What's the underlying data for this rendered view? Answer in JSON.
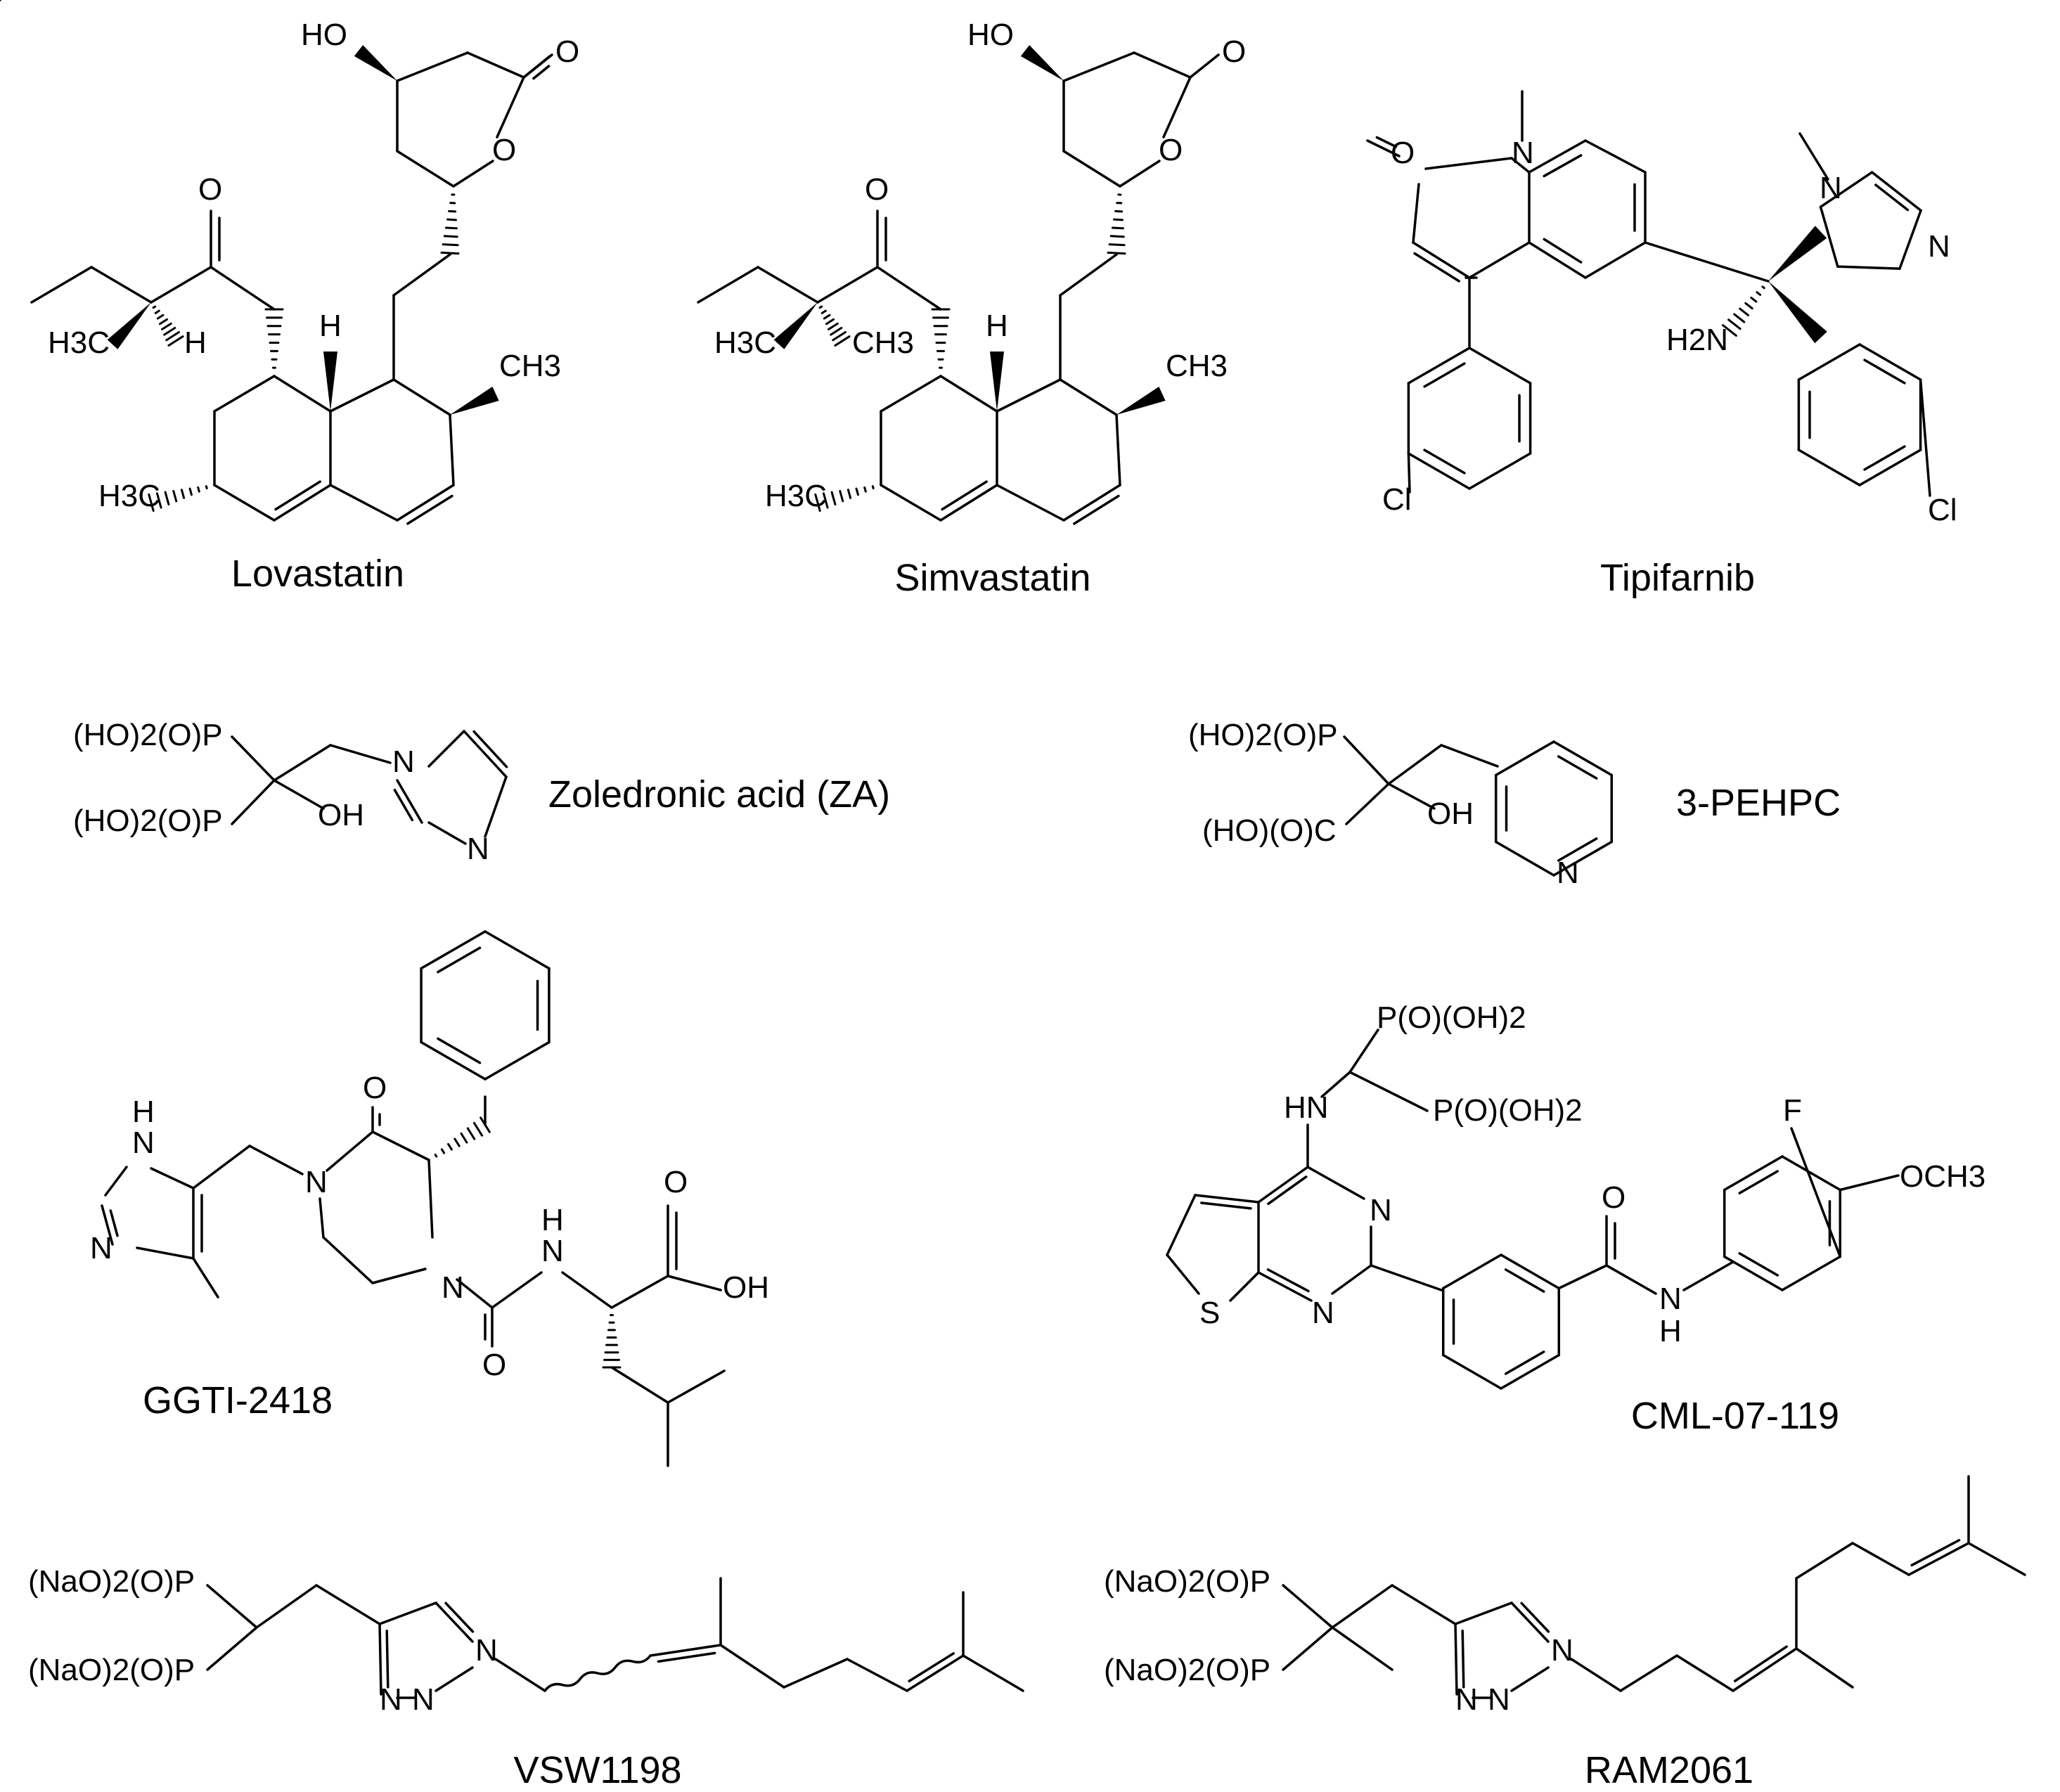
{
  "compounds": {
    "lovastatin": "Lovastatin",
    "simvastatin": "Simvastatin",
    "tipifarnib": "Tipifarnib",
    "zoledronic": "Zoledronic acid (ZA)",
    "pehpc": "3-PEHPC",
    "ggti": "GGTI-2418",
    "cml": "CML-07-119",
    "vsw": "VSW1198",
    "ram": "RAM2061"
  },
  "atoms": {
    "ho": "HO",
    "o": "O",
    "h": "H",
    "h3c": "H3C",
    "ch3": "CH3",
    "n": "N",
    "h2n": "H2N",
    "cl": "Cl",
    "oh": "OH",
    "hn": "HN",
    "f": "F",
    "s": "S",
    "och3": "OCH3",
    "po3h2_l": "(HO)2(O)P",
    "co2h_l": "(HO)(O)C",
    "po3h2_r": "P(O)(OH)2",
    "po3na2_l": "(NaO)2(O)P"
  },
  "colors": {
    "ink": "#000000",
    "background": "#ffffff"
  }
}
